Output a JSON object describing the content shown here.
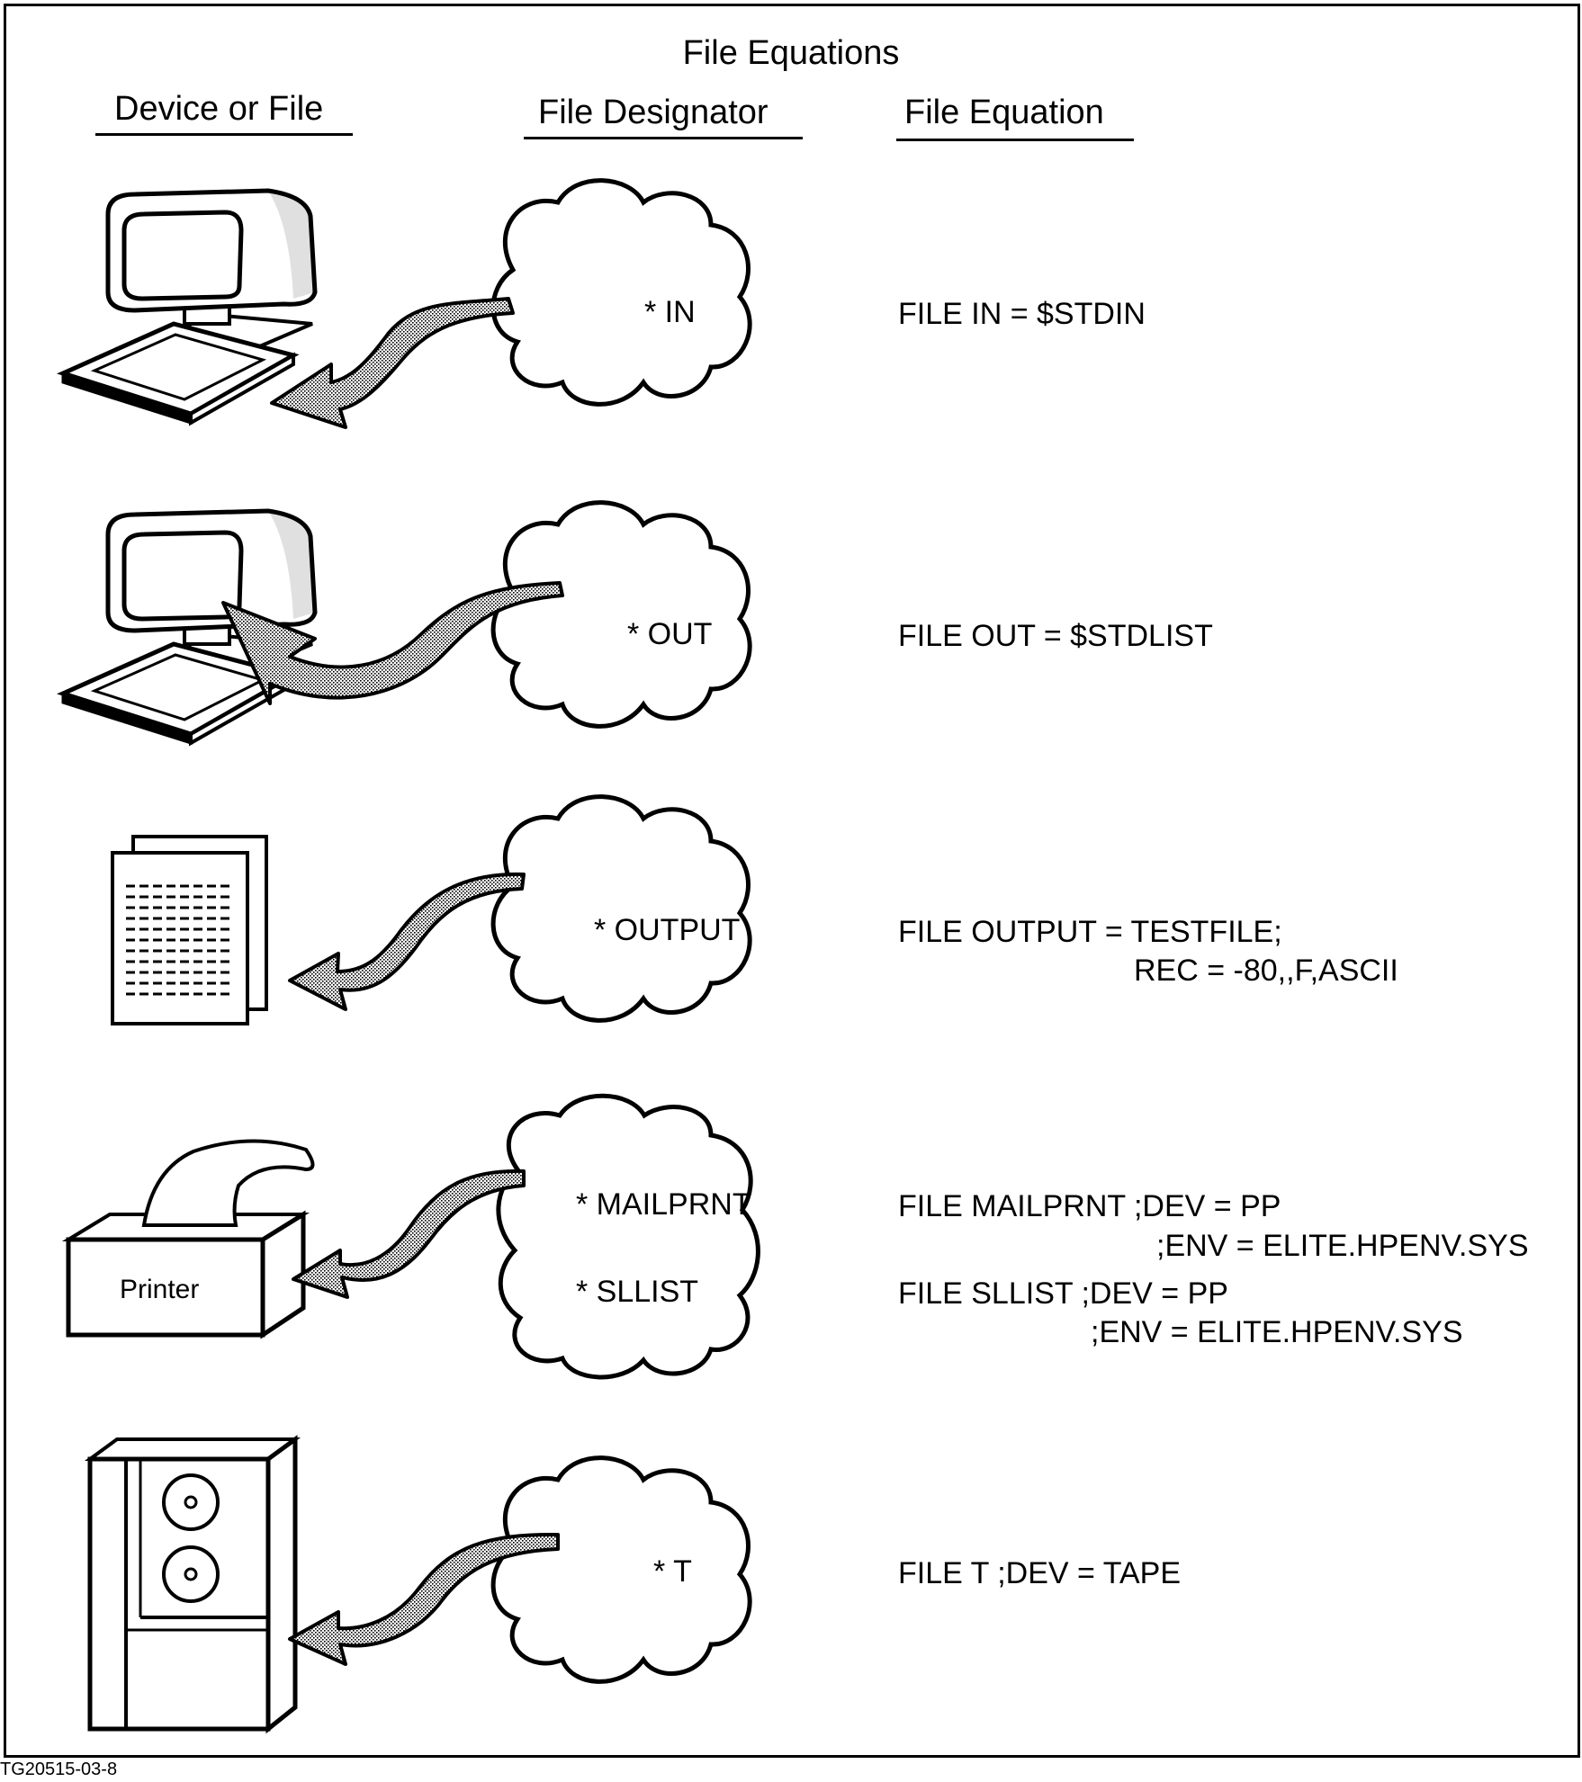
{
  "title": "File Equations",
  "columns": {
    "device": "Device or File",
    "designator": "File Designator",
    "equation": "File Equation"
  },
  "rows": [
    {
      "device": "terminal-input",
      "designators": [
        "* IN"
      ],
      "equation_lines": [
        "FILE IN  =  $STDIN"
      ]
    },
    {
      "device": "terminal-output",
      "designators": [
        "* OUT"
      ],
      "equation_lines": [
        "FILE OUT  =  $STDLIST"
      ]
    },
    {
      "device": "disc-file",
      "designators": [
        "* OUTPUT"
      ],
      "equation_lines": [
        "FILE OUTPUT  =  TESTFILE;",
        "REC = -80,,F,ASCII"
      ]
    },
    {
      "device": "printer",
      "device_label": "Printer",
      "designators": [
        "* MAILPRNT",
        "* SLLIST"
      ],
      "equation_lines": [
        "FILE MAILPRNT  ;DEV = PP",
        ";ENV = ELITE.HPENV.SYS",
        "FILE SLLIST ;DEV = PP",
        ";ENV = ELITE.HPENV.SYS"
      ]
    },
    {
      "device": "tape-drive",
      "designators": [
        "* T"
      ],
      "equation_lines": [
        "FILE T ;DEV = TAPE"
      ]
    }
  ],
  "figure_id": "TG20515-03-8"
}
